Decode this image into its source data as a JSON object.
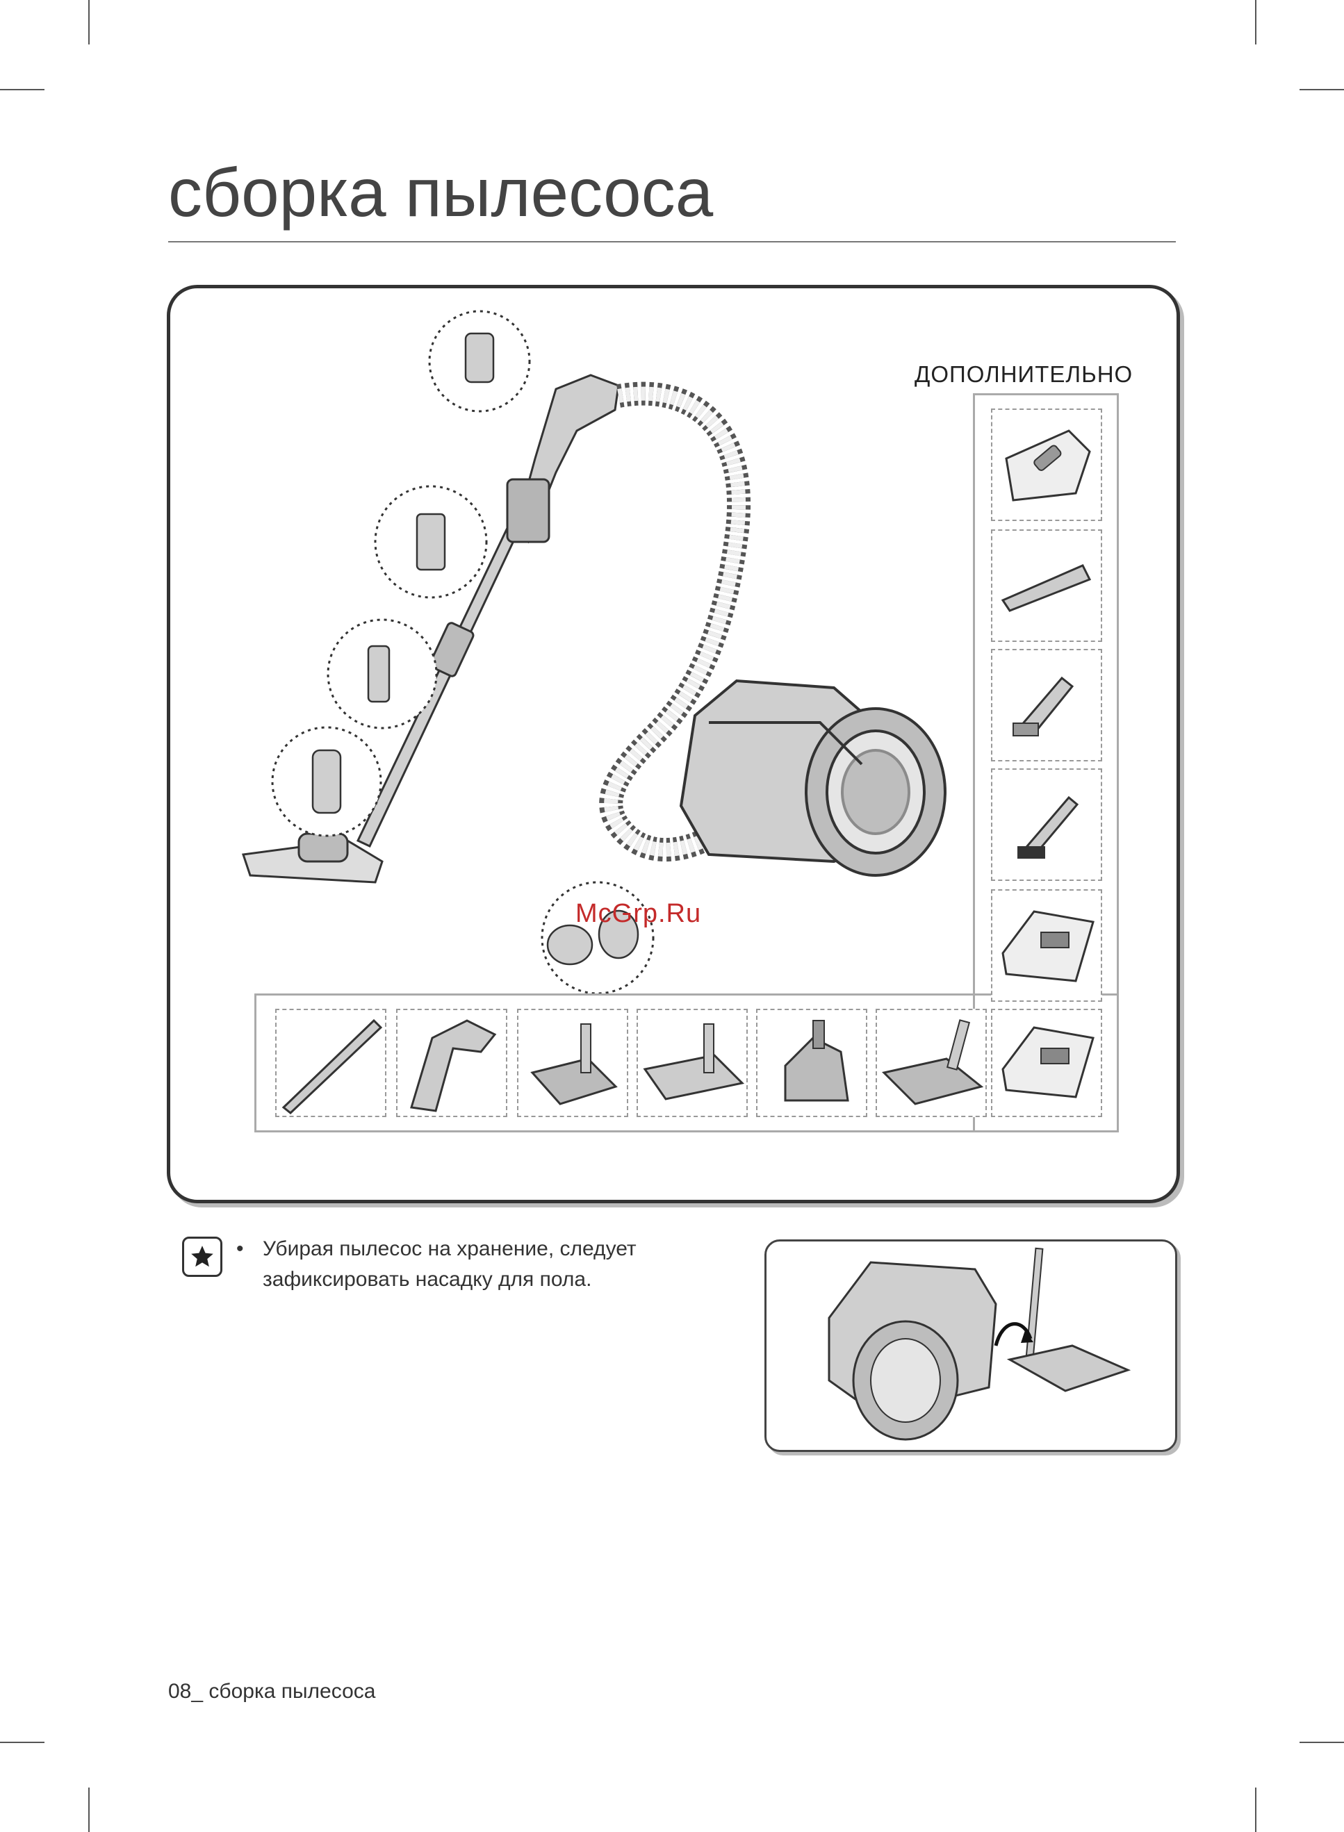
{
  "page": {
    "title": "сборка пылесоса",
    "footer": "08_ сборка пылесоса"
  },
  "figure": {
    "optional_label": "ДОПОЛНИТЕЛЬНО",
    "watermark": "McGrp.Ru",
    "accessories_right": [
      "dusting-brush-bag",
      "crevice-tool",
      "upholstery-tool",
      "round-brush",
      "parquet-pad-bag",
      "parquet-pad-bag-2"
    ],
    "accessories_bottom": [
      "telescopic-pipe",
      "handle-hose",
      "turbo-floor-brush",
      "parquet-floor-brush",
      "mini-turbo-brush",
      "power-floor-brush"
    ]
  },
  "note": {
    "icon": "star-icon",
    "bullet": "•",
    "text": "Убирая пылесос на хранение, следует зафиксировать насадку для пола."
  },
  "colors": {
    "frame": "#333333",
    "watermark": "#c42a2a",
    "body_gray": "#cfcfcf"
  }
}
